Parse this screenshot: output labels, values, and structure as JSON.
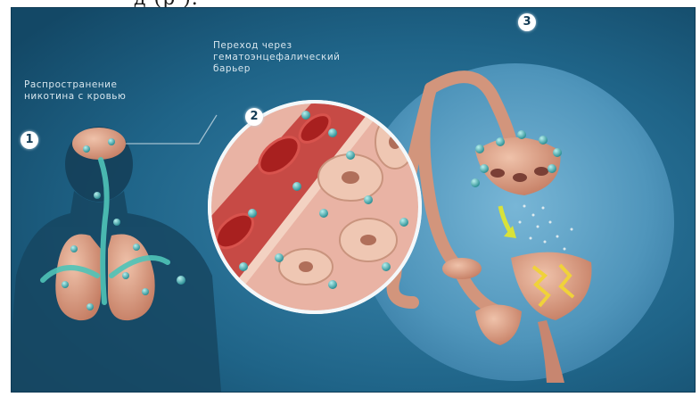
{
  "header_fragment": "д                   (р    ).",
  "steps": [
    {
      "number": "1",
      "caption": "Распространение\nникотина с кровью"
    },
    {
      "number": "2",
      "caption": "Переход через\nгематоэнцефалический\nбарьер"
    },
    {
      "number": "3",
      "caption": ""
    }
  ],
  "colors": {
    "background": "#1d5f83",
    "tissue": "#d79a80",
    "blood_cell": "#b3262a",
    "nicotine_molecule": "#3ea3a3",
    "impulse": "#f0d23a"
  }
}
